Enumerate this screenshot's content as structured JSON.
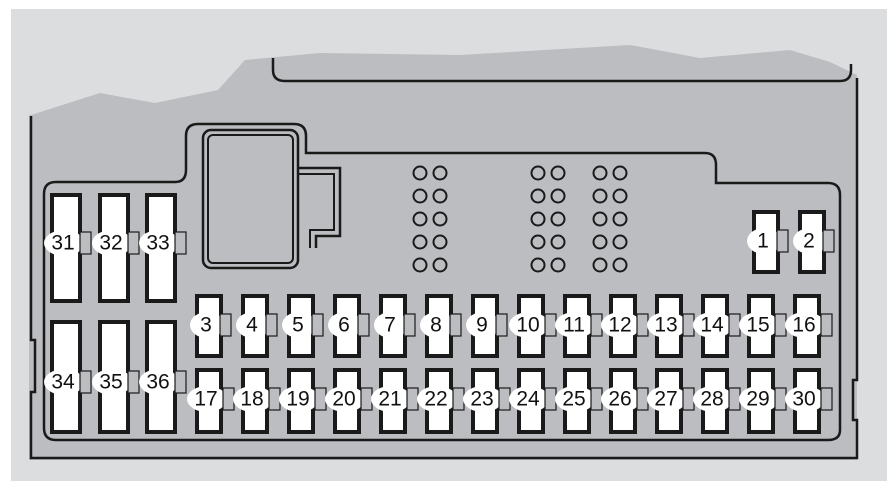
{
  "diagram": {
    "colors": {
      "background": "#dcdddf",
      "body": "#bcbdc0",
      "fuse": "#ffffff",
      "outline": "#1a1a1a"
    },
    "fuses_top_right": [
      "1",
      "2"
    ],
    "fuses_row_upper": [
      "3",
      "4",
      "5",
      "6",
      "7",
      "8",
      "9",
      "10",
      "11",
      "12",
      "13",
      "14",
      "15",
      "16"
    ],
    "fuses_row_lower": [
      "17",
      "18",
      "19",
      "20",
      "21",
      "22",
      "23",
      "24",
      "25",
      "26",
      "27",
      "28",
      "29",
      "30"
    ],
    "large_fuses_upper": [
      "31",
      "32",
      "33"
    ],
    "large_fuses_lower": [
      "34",
      "35",
      "36"
    ],
    "relay_pin_groups": 3
  }
}
